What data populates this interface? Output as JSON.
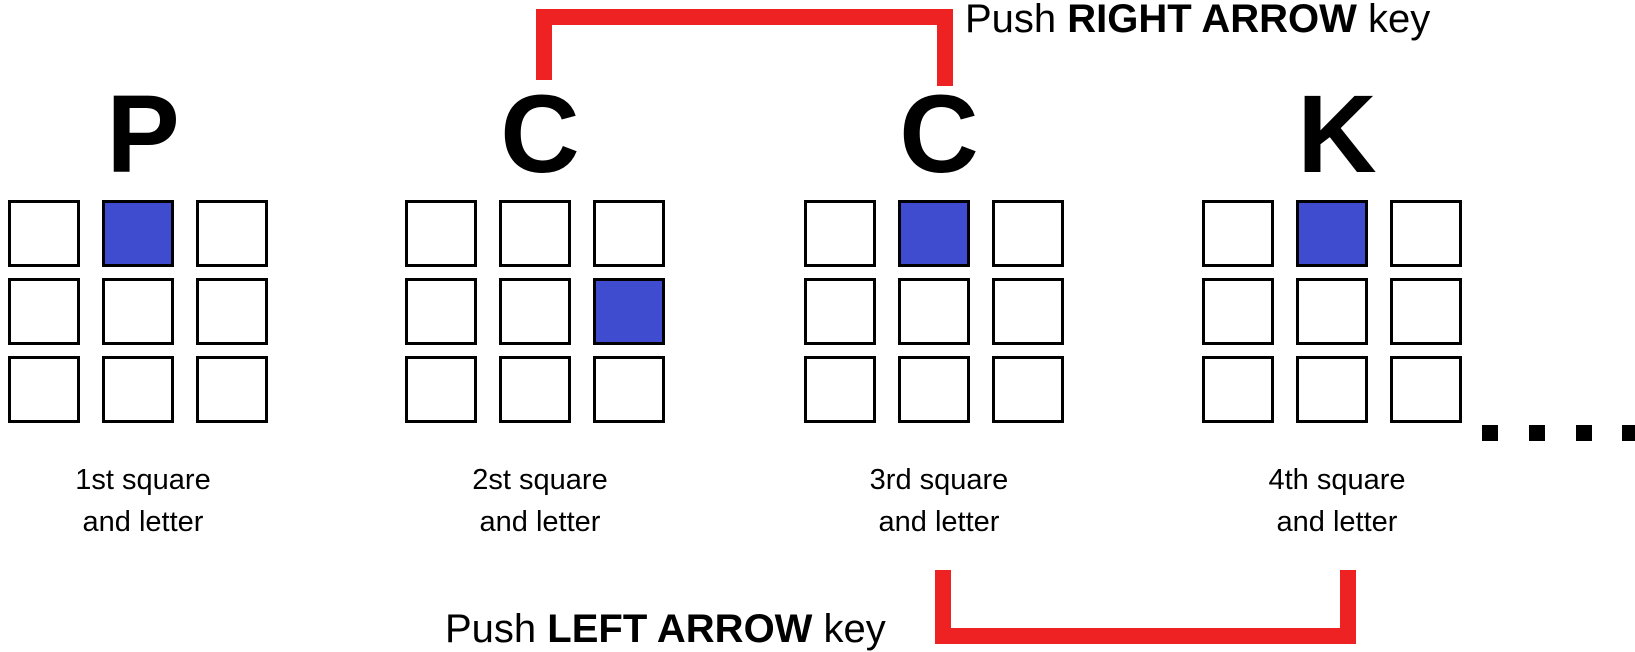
{
  "groups": [
    {
      "letter": "P",
      "caption_line1": "1st square",
      "caption_line2": "and letter",
      "active_cell": [
        0,
        1
      ]
    },
    {
      "letter": "C",
      "caption_line1": "2st square",
      "caption_line2": "and letter",
      "active_cell": [
        1,
        2
      ]
    },
    {
      "letter": "C",
      "caption_line1": "3rd square",
      "caption_line2": "and letter",
      "active_cell": [
        0,
        1
      ]
    },
    {
      "letter": "K",
      "caption_line1": "4th square",
      "caption_line2": "and letter",
      "active_cell": [
        0,
        1
      ]
    }
  ],
  "push_right": {
    "prefix": "Push ",
    "key": "RIGHT ARROW",
    "suffix": " key"
  },
  "push_left": {
    "prefix": "Push ",
    "key": "LEFT ARROW",
    "suffix": " key"
  },
  "colors": {
    "active_cell": "#404ccf",
    "bracket": "#ee2222",
    "border": "#000000"
  }
}
